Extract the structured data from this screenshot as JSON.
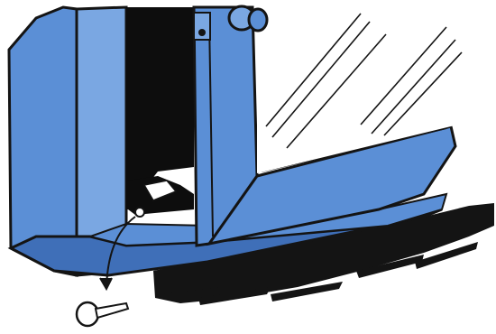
{
  "illustration": {
    "colors": {
      "paper": "#ffffff",
      "frame_blue": "#5b8fd6",
      "frame_blue_light": "#7aa7e2",
      "frame_blue_dark": "#3f6fb8",
      "ink": "#141414",
      "opening_dark": "#0d0d0d"
    },
    "parts": [
      "window-frame",
      "window-sash",
      "glass-pane",
      "sash-knob",
      "pin",
      "floor-shadow"
    ],
    "annotation_arrow": "curved-arrow-to-pin"
  }
}
